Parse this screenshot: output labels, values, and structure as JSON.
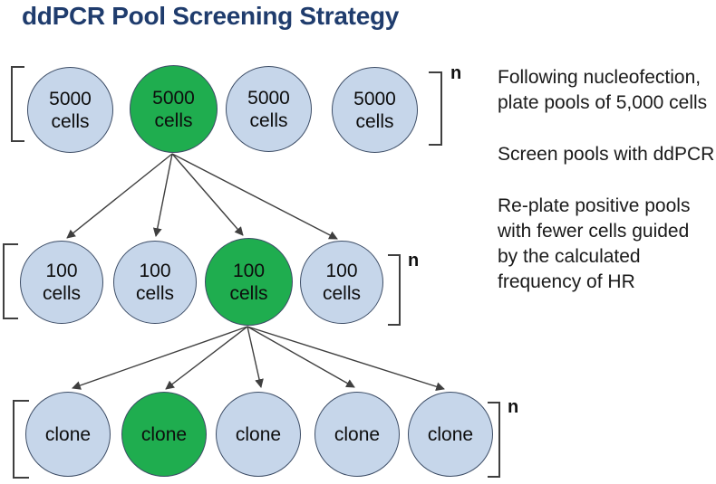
{
  "title": "ddPCR Pool Screening Strategy",
  "colors": {
    "title_blue": "#1f3c6d",
    "pool_blue": "#c6d6ea",
    "positive_green": "#1fad4f",
    "circle_border": "#3d4d66",
    "arrow_gray": "#3f3f3f",
    "note_text": "#1a1a1a"
  },
  "tree": {
    "rows": [
      {
        "bracket_label": "n",
        "pools": [
          {
            "lines": [
              "5000",
              "cells"
            ],
            "state": "negative"
          },
          {
            "lines": [
              "5000",
              "cells"
            ],
            "state": "positive"
          },
          {
            "lines": [
              "5000",
              "cells"
            ],
            "state": "negative"
          },
          {
            "lines": [
              "5000",
              "cells"
            ],
            "state": "negative"
          }
        ]
      },
      {
        "bracket_label": "n",
        "pools": [
          {
            "lines": [
              "100",
              "cells"
            ],
            "state": "negative"
          },
          {
            "lines": [
              "100",
              "cells"
            ],
            "state": "negative"
          },
          {
            "lines": [
              "100",
              "cells"
            ],
            "state": "positive"
          },
          {
            "lines": [
              "100",
              "cells"
            ],
            "state": "negative"
          }
        ]
      },
      {
        "bracket_label": "n",
        "pools": [
          {
            "lines": [
              "clone"
            ],
            "state": "negative"
          },
          {
            "lines": [
              "clone"
            ],
            "state": "positive"
          },
          {
            "lines": [
              "clone"
            ],
            "state": "negative"
          },
          {
            "lines": [
              "clone"
            ],
            "state": "negative"
          },
          {
            "lines": [
              "clone"
            ],
            "state": "negative"
          }
        ]
      }
    ]
  },
  "notes": [
    [
      "Following nucleofection,",
      "plate pools of 5,000 cells"
    ],
    [
      "Screen pools with ddPCR"
    ],
    [
      "Re-plate positive pools",
      "with fewer cells guided",
      "by the calculated",
      "frequency of HR"
    ]
  ]
}
